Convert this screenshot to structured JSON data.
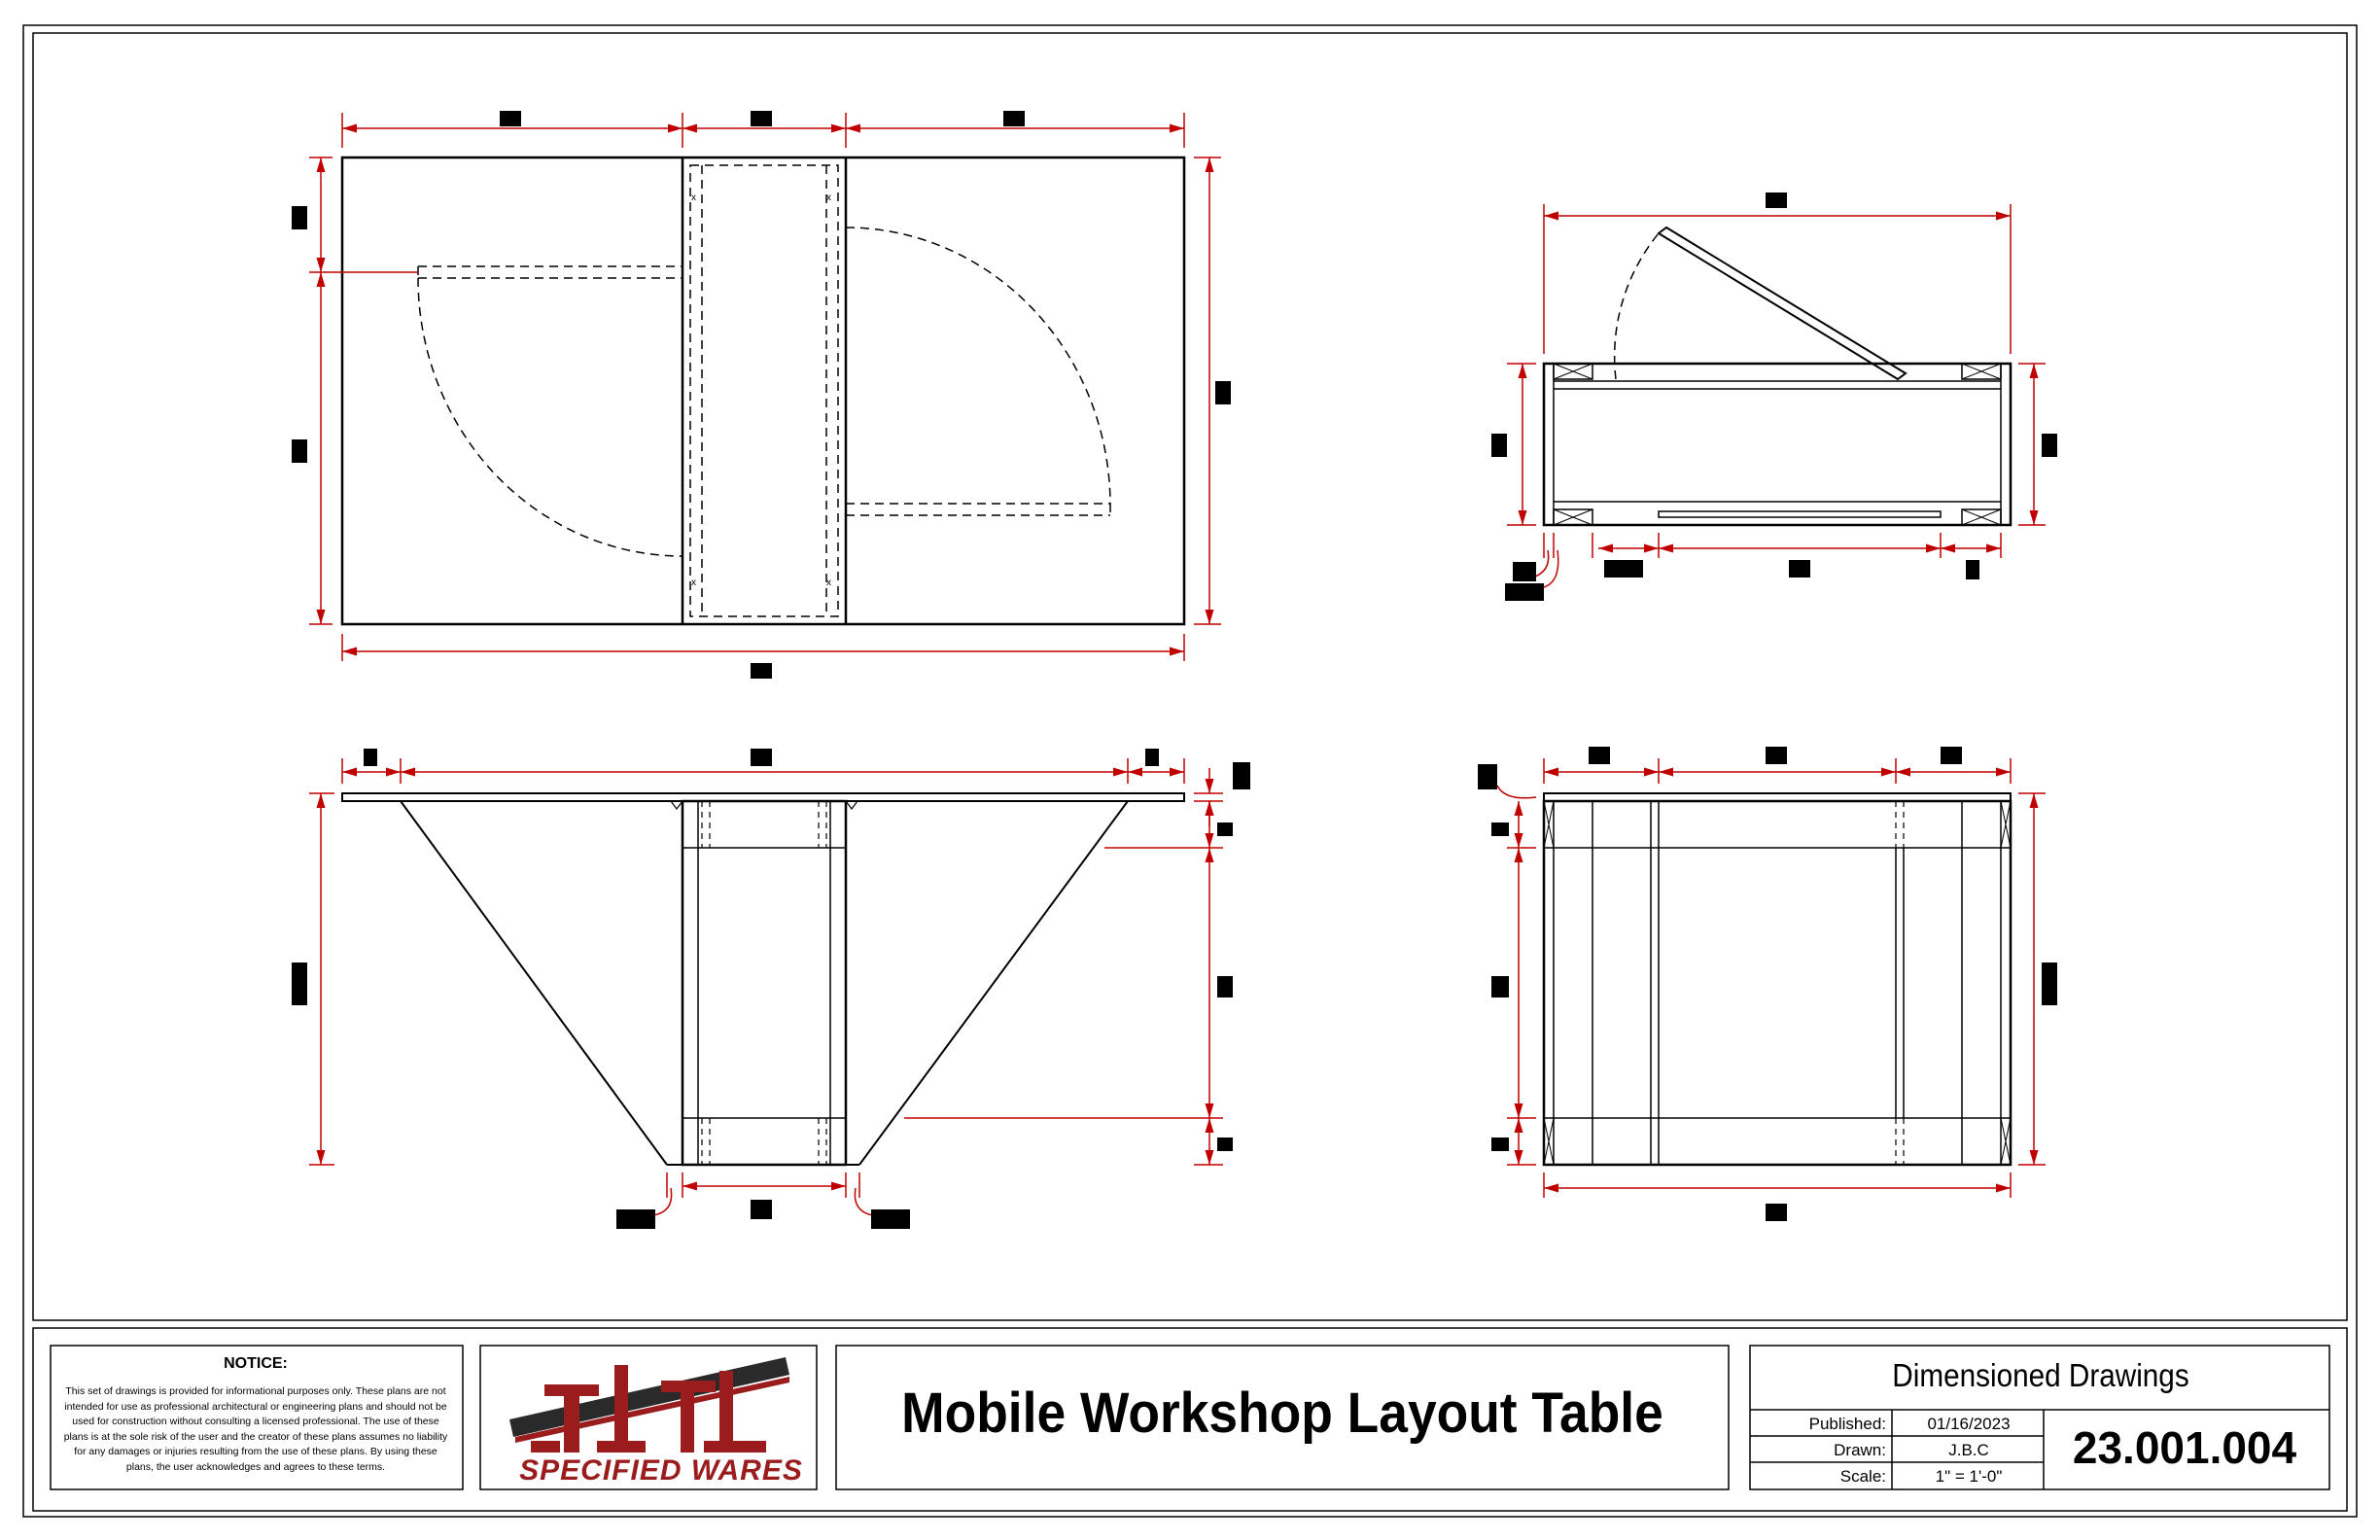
{
  "titleblock": {
    "notice_title": "NOTICE:",
    "notice_text": "This set of drawings is provided for informational purposes only. These plans are not intended for use as professional architectural or engineering plans and should not be used for construction without consulting a licensed professional. The use of these plans is at the sole risk of the user and the creator of these plans assumes no liability for any damages or injuries resulting from the use of these plans. By using these plans, the user acknowledges and agrees to these terms.",
    "logo_text": "SPECIFIED WARES",
    "project_title": "Mobile Workshop Layout Table",
    "section_title": "Dimensioned Drawings",
    "published_label": "Published:",
    "published_value": "01/16/2023",
    "drawn_label": "Drawn:",
    "drawn_value": "J.B.C",
    "scale_label": "Scale:",
    "scale_value": "1\" = 1'-0\"",
    "sheet_number": "23.001.004"
  },
  "colors": {
    "dimension": "#c00000",
    "line": "#000000",
    "logo_red": "#9a1c1c",
    "logo_dark": "#2a2a2a"
  }
}
